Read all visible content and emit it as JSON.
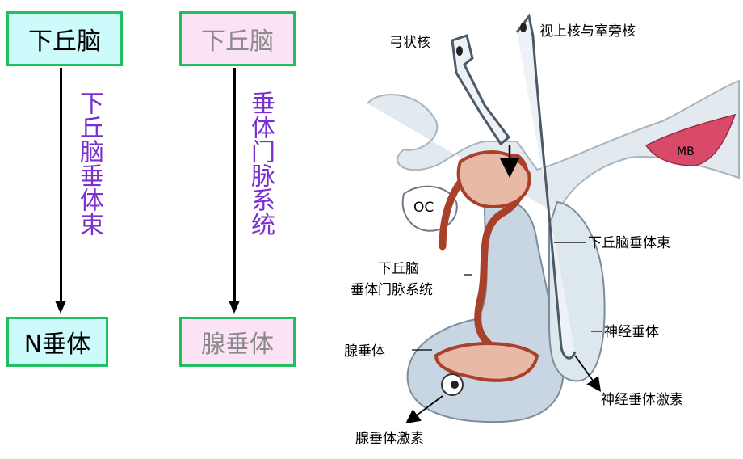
{
  "left_column": {
    "top_box": "下丘脑",
    "pathway": "下丘脑垂体束",
    "bottom_box": "N垂体"
  },
  "middle_column": {
    "top_box": "下丘脑",
    "pathway": "垂体门脉系统",
    "bottom_box": "腺垂体"
  },
  "diagram_labels": {
    "arcuate": "弓状核",
    "supraoptic": "视上核与室旁核",
    "mb": "MB",
    "oc": "OC",
    "tract": "下丘脑垂体束",
    "portal_line1": "下丘脑",
    "portal_line2": "垂体门脉系统",
    "adeno": "腺垂体",
    "neuro": "神经垂体",
    "neuro_hormone": "神经垂体激素",
    "adeno_hormone": "腺垂体激素"
  },
  "colors": {
    "box_border": "#20c060",
    "cyan_fill": "#cdfbfb",
    "pink_fill": "#fbe2f5",
    "vertical_text": "#7a2fd0",
    "gland_fill": "#c8d6e4",
    "vessel": "#a8402a",
    "mb_fill": "#d84a68"
  }
}
